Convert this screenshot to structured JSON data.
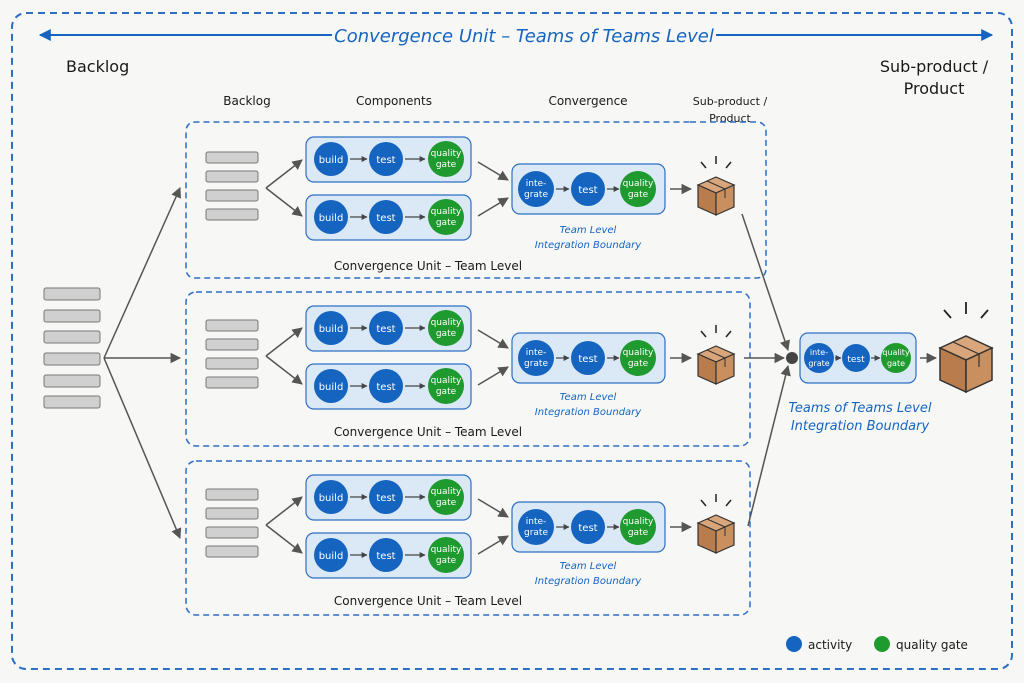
{
  "title": "Convergence Unit – Teams of Teams Level",
  "outer_left_label": "Backlog",
  "outer_right_label": [
    "Sub-product /",
    "Product"
  ],
  "column_headers": {
    "backlog": "Backlog",
    "components": "Components",
    "convergence": "Convergence",
    "subproduct": [
      "Sub-product /",
      "Product"
    ]
  },
  "activity_labels": {
    "build": "build",
    "test": "test",
    "quality_gate": [
      "quality",
      "gate"
    ],
    "integrate": [
      "inte-",
      "grate"
    ]
  },
  "team_unit_label": "Convergence Unit – Team Level",
  "team_integration_label": [
    "Team Level",
    "Integration Boundary"
  ],
  "tot_integration_label": [
    "Teams of Teams Level",
    "Integration Boundary"
  ],
  "legend": [
    {
      "label": "activity",
      "color": "#1565c0"
    },
    {
      "label": "quality gate",
      "color": "#1f9a2e"
    }
  ],
  "colors": {
    "accent_blue": "#1565c0",
    "border_blue": "#2e6fc4",
    "activity": "#1565c0",
    "quality_gate": "#1f9a2e",
    "pipeline_fill": "#dbe8f6",
    "box_brown": "#c98f5e",
    "backlog_bar": "#d0d0d0"
  },
  "icons": [
    "package-box-icon",
    "sparkle-lines-icon",
    "arrow-icon"
  ]
}
